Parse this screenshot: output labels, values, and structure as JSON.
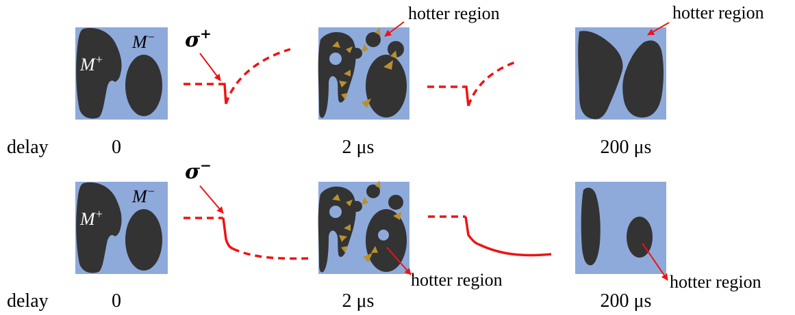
{
  "labels": {
    "delay": "delay",
    "hotter_region": "hotter region",
    "m_plus_base": "M",
    "m_plus_sup": "+",
    "m_minus_base": "M",
    "m_minus_sup": "−"
  },
  "rows": [
    {
      "polarization_base": "σ",
      "polarization_sup": "+",
      "delays": [
        "0",
        "2 μs",
        "200 μs"
      ]
    },
    {
      "polarization_base": "σ",
      "polarization_sup": "−",
      "delays": [
        "0",
        "2 μs",
        "200 μs"
      ]
    }
  ],
  "colors": {
    "panel_background": "#8eaadb",
    "domain": "#333333",
    "signal_curve": "#f01212",
    "flow_arrows": "#b8902e"
  }
}
